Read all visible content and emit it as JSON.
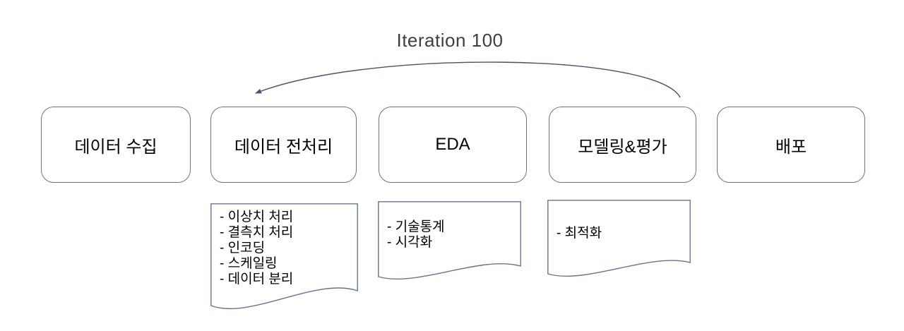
{
  "iteration_label": "Iteration 100",
  "stages": [
    {
      "label": "데이터 수집"
    },
    {
      "label": "데이터 전처리"
    },
    {
      "label": "EDA"
    },
    {
      "label": "모델링&평가"
    },
    {
      "label": "배포"
    }
  ],
  "documents": [
    {
      "items": [
        "- 이상치 처리",
        "- 결측치 처리",
        "- 인코딩",
        "- 스케일링",
        "- 데이터 분리"
      ]
    },
    {
      "items": [
        "- 기술통계",
        "- 시각화"
      ]
    },
    {
      "items": [
        "- 최적화"
      ]
    }
  ],
  "colors": {
    "shape_border": "#64748F",
    "arrow": "#44546A",
    "box_text": "#000000",
    "title_text": "#3F3F3F",
    "background": "#FFFFFF"
  }
}
